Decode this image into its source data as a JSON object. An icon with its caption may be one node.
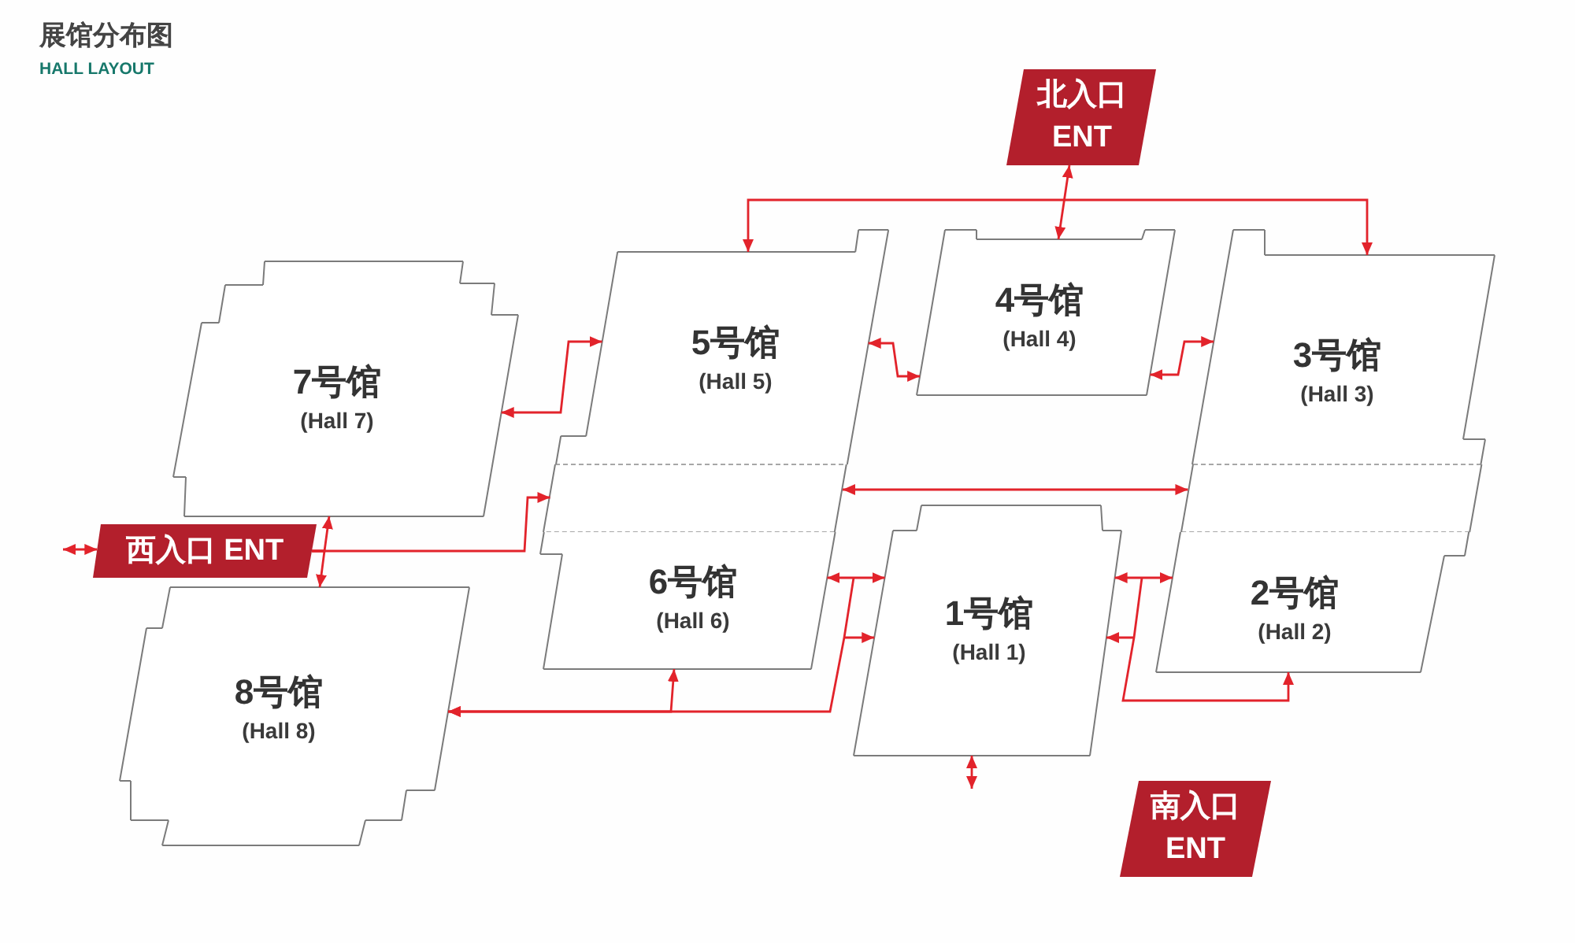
{
  "diagram": {
    "title": "展馆分布图",
    "nodes": [
      {
        "text": [
          "北入口 ENT"
        ]
      },
      {
        "text": [
          "7号馆",
          "(Hall 7)"
        ]
      },
      {
        "text": [
          "5号馆",
          "(Hall 5)"
        ]
      },
      {
        "text": [
          "4号馆",
          "(Hall 4)"
        ]
      },
      {
        "text": [
          "3号馆",
          "(Hall 3)"
        ]
      },
      {
        "text": [],
        "shape": "band"
      },
      {
        "text": [],
        "shape": "band"
      },
      {
        "text": [
          "西入口 ENT"
        ]
      },
      {
        "text": [
          "6号馆",
          "(Hall 6)"
        ]
      },
      {
        "text": [
          "1号馆",
          "(Hall 1)"
        ]
      },
      {
        "text": [
          "2号馆",
          "(Hall 2)"
        ]
      },
      {
        "text": [
          "8号馆",
          "(Hall 8)"
        ]
      },
      {
        "text": [
          "南入口 ENT"
        ]
      }
    ],
    "edges": [
      {
        "from": 0,
        "to": 3,
        "arrow": "both"
      },
      {
        "from": 2,
        "to": 4,
        "arrow": "both"
      },
      {
        "from": 1,
        "to": 2,
        "arrow": "both"
      },
      {
        "from": 2,
        "to": 3,
        "arrow": "both"
      },
      {
        "from": 3,
        "to": 4,
        "arrow": "both"
      },
      {
        "from": 5,
        "to": 6,
        "arrow": "both"
      },
      {
        "from": 7,
        "to": 1,
        "arrow": "to"
      },
      {
        "from": 7,
        "to": 11,
        "arrow": "to"
      },
      {
        "from": 7,
        "to": 5,
        "arrow": "to"
      },
      {
        "from": null,
        "to": 7,
        "arrow": "both"
      },
      {
        "from": 8,
        "to": 9,
        "arrow": "both"
      },
      {
        "from": 9,
        "to": 11,
        "arrow": "both"
      },
      {
        "from": 11,
        "to": 8,
        "arrow": "both"
      },
      {
        "from": 9,
        "to": 10,
        "arrow": "both"
      },
      {
        "from": 9,
        "to": 10,
        "arrow": "both"
      },
      {
        "from": 9,
        "to": null,
        "arrow": "both"
      }
    ],
    "labels": [
      "HALL LAYOUT"
    ]
  }
}
